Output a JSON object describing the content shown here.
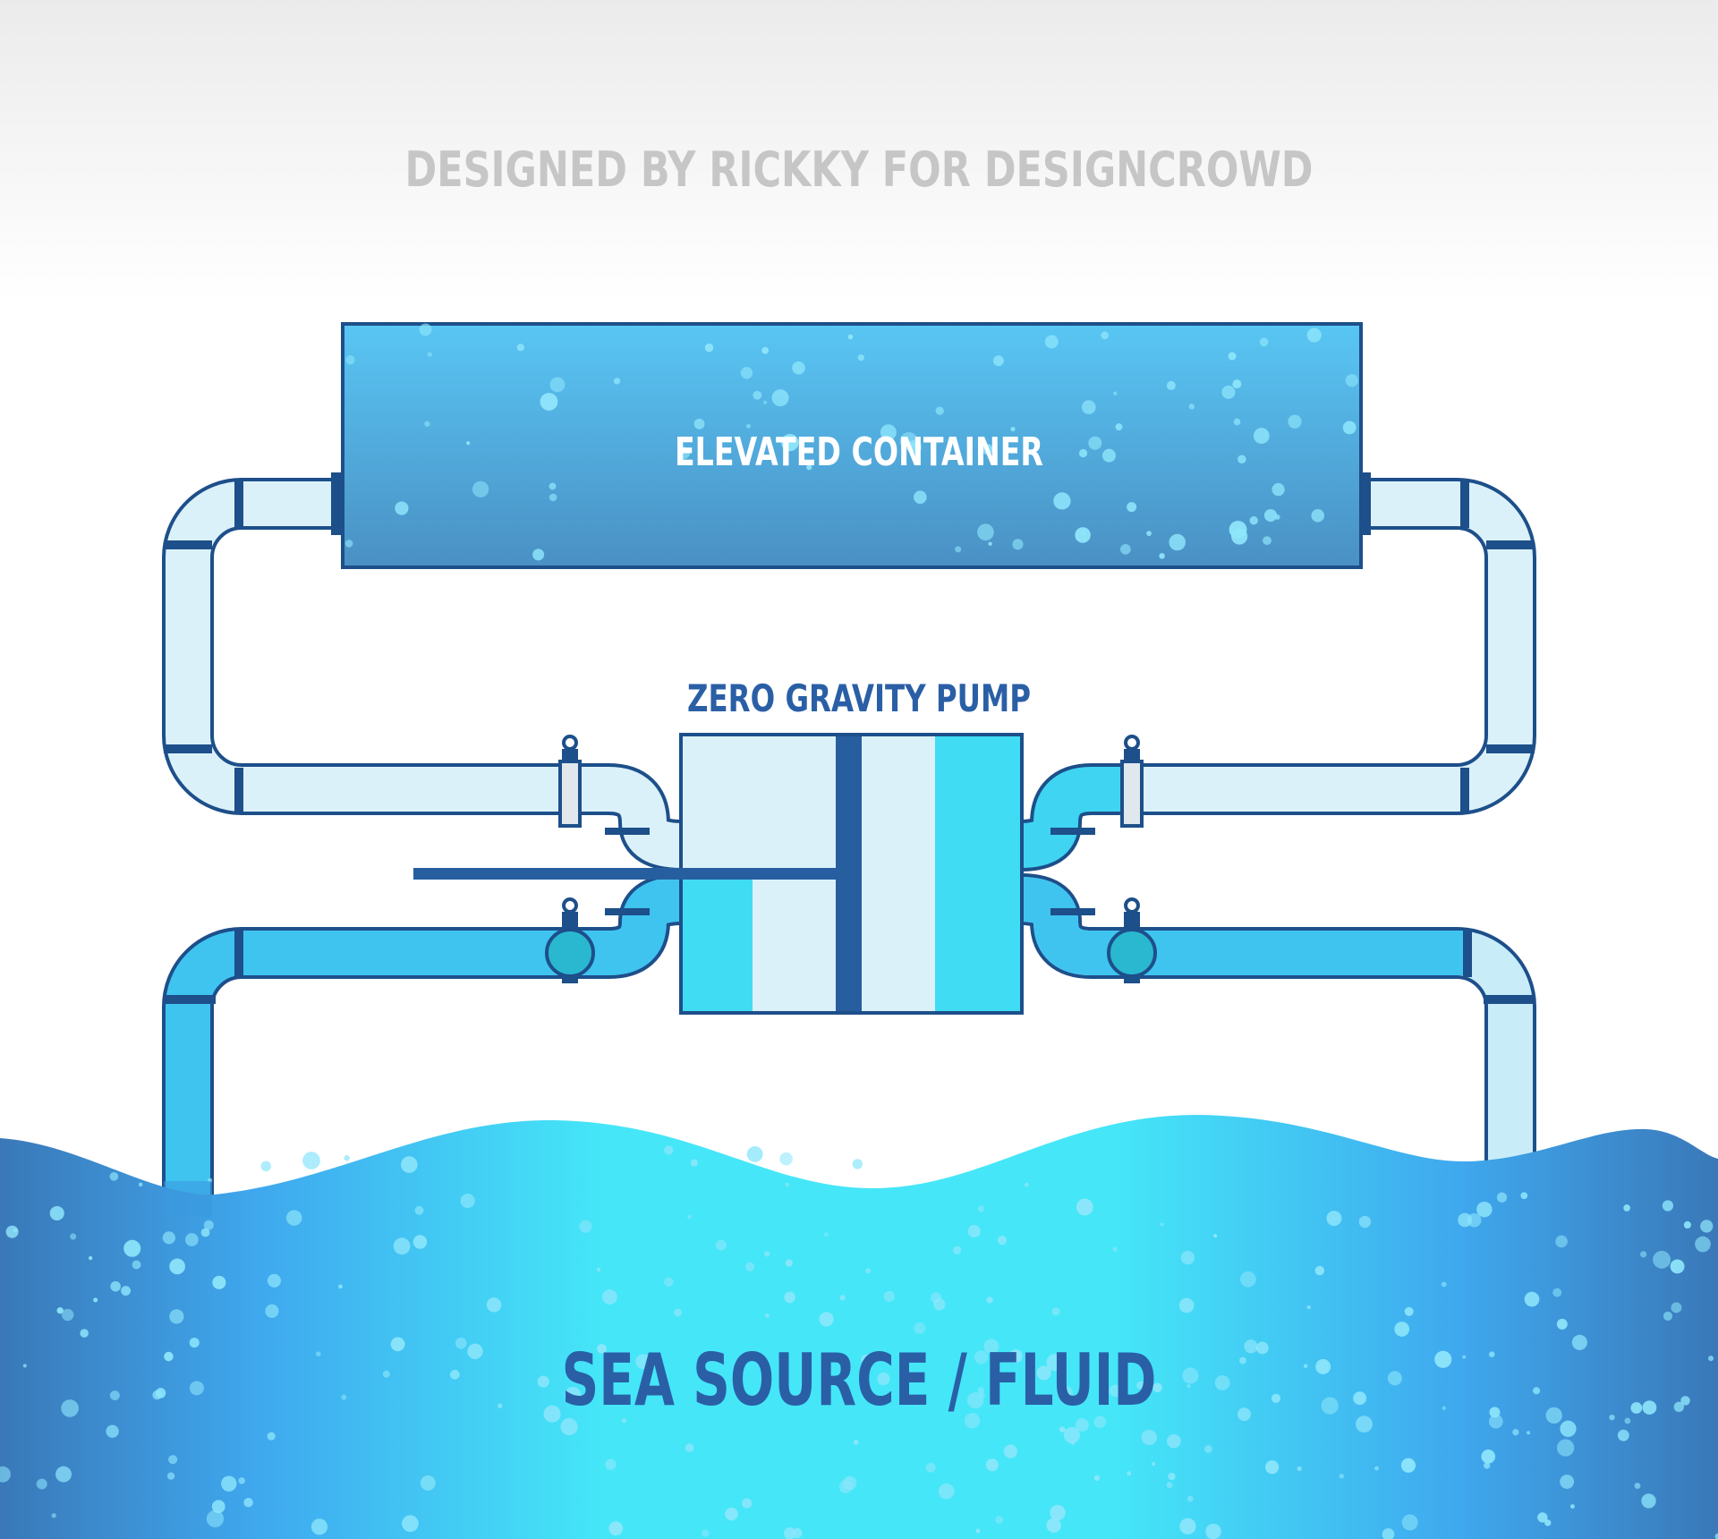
{
  "credit": "DESIGNED BY RICKKY FOR DESIGNCROWD",
  "container_label": "ELEVATED CONTAINER",
  "pump_label": "ZERO GRAVITY PUMP",
  "sea_label": "SEA SOURCE / FLUID",
  "colors": {
    "outline": "#1d4f8a",
    "pipe_empty": "#dbf1fa",
    "pipe_water": "#3fd9f2",
    "container": "#4aa6d8",
    "sea_center": "#45ecf8",
    "sea_edge": "#3a78b8",
    "credit": "#c6c6c6",
    "sea_text": "#2a5fa6"
  }
}
